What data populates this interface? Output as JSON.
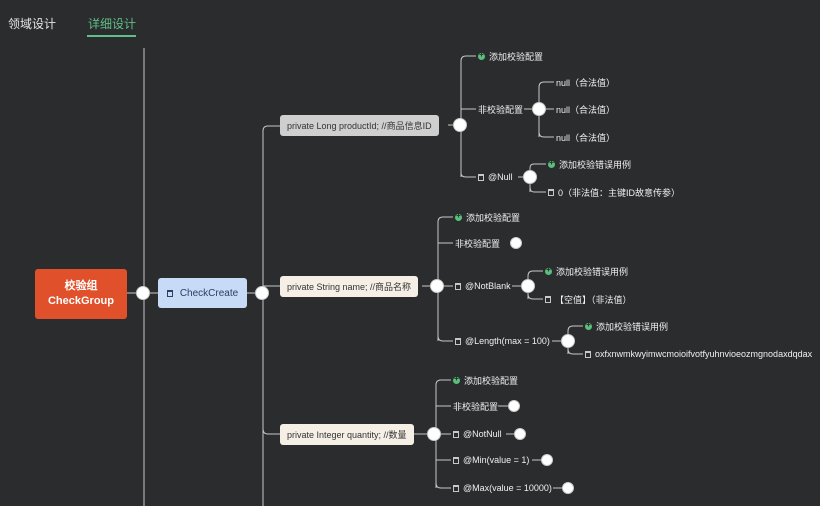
{
  "tabs": {
    "domain_design": "领域设计",
    "detail_design": "详细设计",
    "active": "详细设计"
  },
  "root": {
    "title": "校验组",
    "subtitle": "CheckGroup"
  },
  "check_create": {
    "label": "CheckCreate"
  },
  "fields": {
    "product_id": {
      "label": "private Long productId; //商品信息ID",
      "add_config": "添加校验配置",
      "non_check": "非校验配置",
      "non_check_values": [
        "null（合法值）",
        "null（合法值）",
        "null（合法值）"
      ],
      "null_rule": {
        "label": "@Null",
        "add_error": "添加校验错误用例",
        "case": "0（非法值：主键ID故意传参）"
      }
    },
    "name": {
      "label": "private String name; //商品名称",
      "add_config": "添加校验配置",
      "non_check": "非校验配置",
      "not_blank": {
        "label": "@NotBlank",
        "add_error": "添加校验错误用例",
        "case": "【空值】（非法值）"
      },
      "length": {
        "label": "@Length(max = 100)",
        "add_error": "添加校验错误用例",
        "case": "oxfxnwmkwyimwcmoioifvotfyuhnvioeozmgnodaxdqdax"
      }
    },
    "quantity": {
      "label": "private Integer quantity; //数量",
      "add_config": "添加校验配置",
      "non_check": "非校验配置",
      "not_null": "@NotNull",
      "min": "@Min(value = 1)",
      "max": "@Max(value = 10000)"
    }
  },
  "colors": {
    "background": "#2b2c2e",
    "root": "#e0502a",
    "check_create": "#c7daf6",
    "accent": "#5fbf88"
  }
}
